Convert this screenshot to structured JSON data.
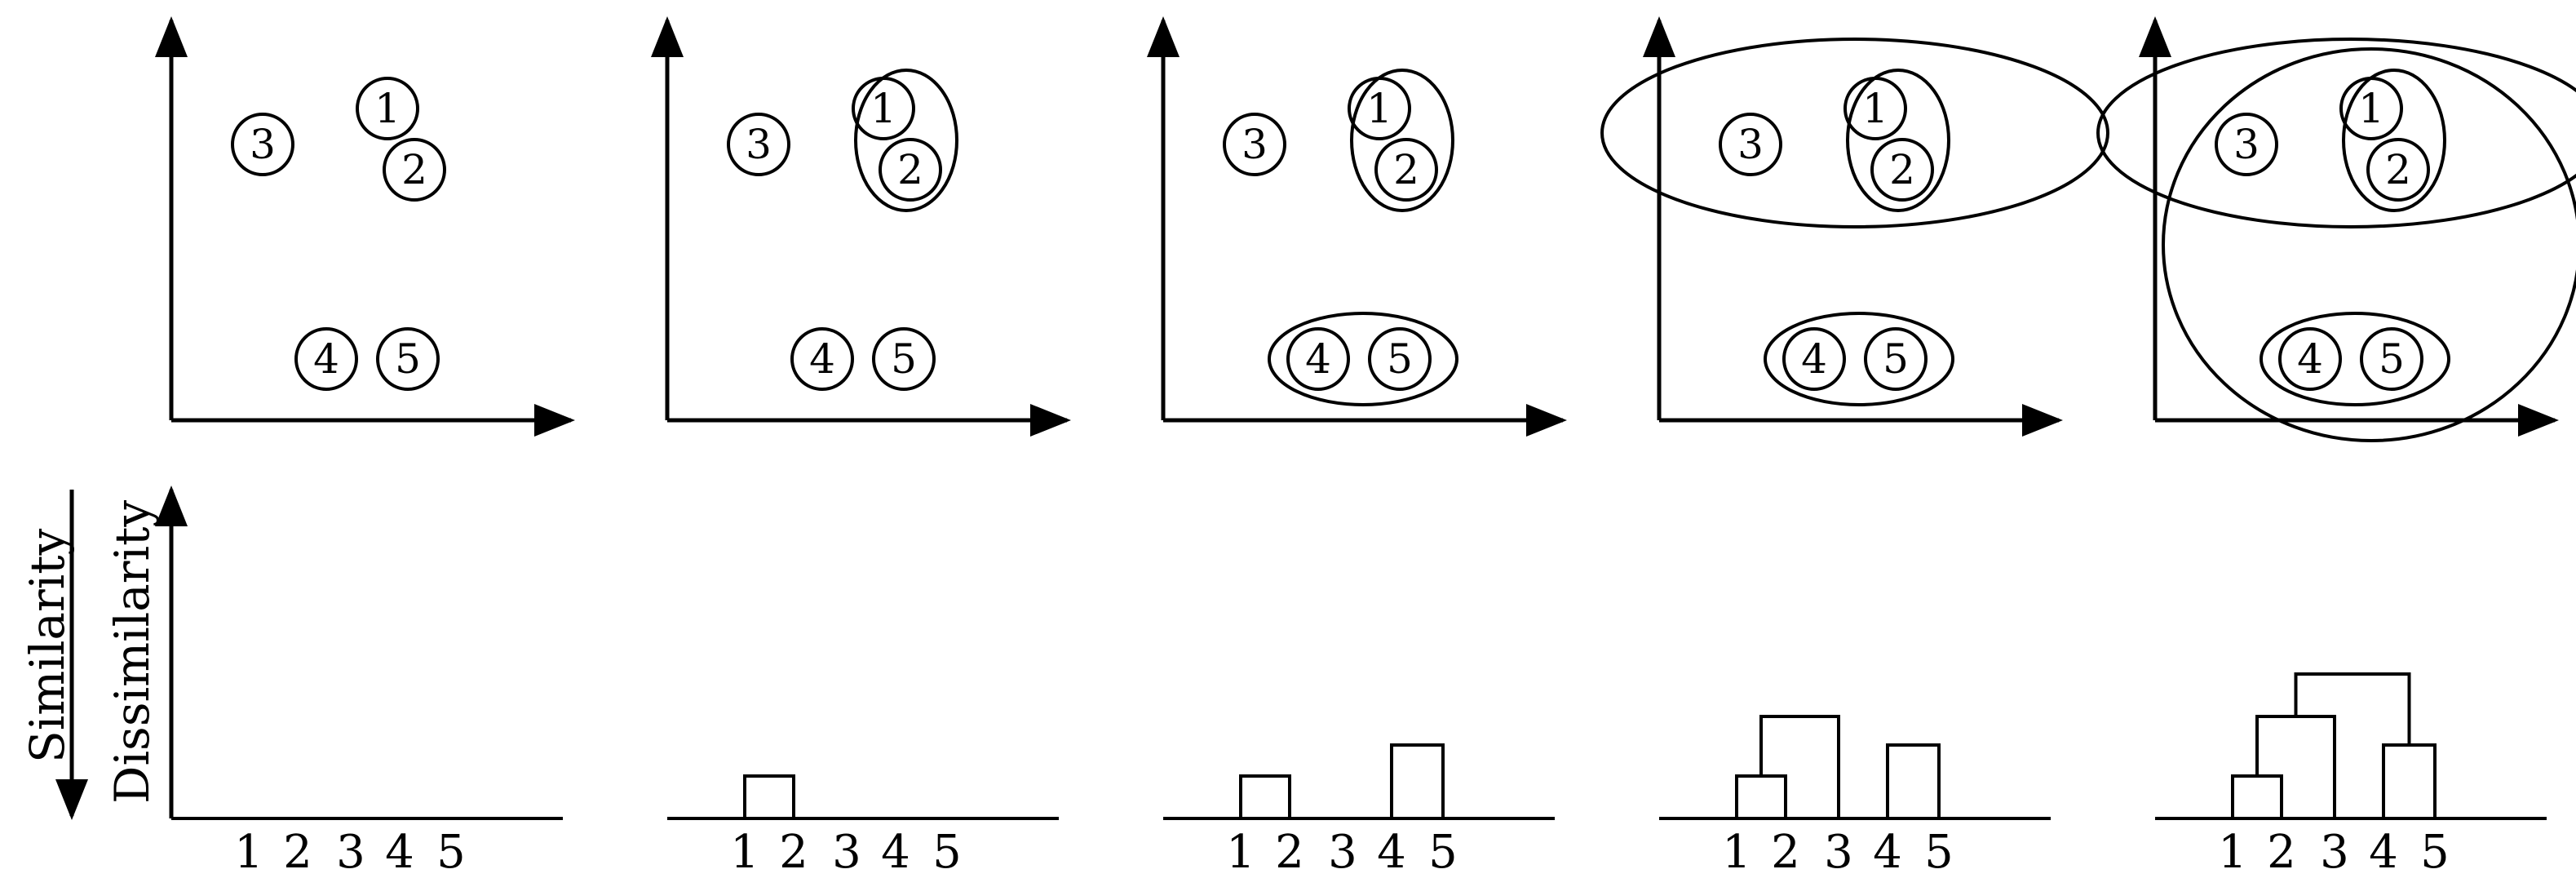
{
  "axis_labels": {
    "similarity": "Similarity",
    "dissimilarity": "Dissimilarity"
  },
  "points": [
    {
      "id": 1,
      "label": "1"
    },
    {
      "id": 2,
      "label": "2"
    },
    {
      "id": 3,
      "label": "3"
    },
    {
      "id": 4,
      "label": "4"
    },
    {
      "id": 5,
      "label": "5"
    }
  ],
  "leaf_order": [
    "1",
    "2",
    "3",
    "4",
    "5"
  ],
  "stages": [
    {
      "clusters": [],
      "merges": []
    },
    {
      "clusters": [
        [
          1,
          2
        ]
      ],
      "merges": [
        {
          "left": "1",
          "right": "2",
          "height": 1
        }
      ]
    },
    {
      "clusters": [
        [
          1,
          2
        ],
        [
          4,
          5
        ]
      ],
      "merges": [
        {
          "left": "1",
          "right": "2",
          "height": 1
        },
        {
          "left": "4",
          "right": "5",
          "height": 2
        }
      ]
    },
    {
      "clusters": [
        [
          1,
          2
        ],
        [
          4,
          5
        ],
        [
          1,
          2,
          3
        ]
      ],
      "merges": [
        {
          "left": "1",
          "right": "2",
          "height": 1
        },
        {
          "left": "4",
          "right": "5",
          "height": 2
        },
        {
          "left": "12",
          "right": "3",
          "height": 3
        }
      ]
    },
    {
      "clusters": [
        [
          1,
          2
        ],
        [
          4,
          5
        ],
        [
          1,
          2,
          3
        ],
        [
          1,
          2,
          3,
          4,
          5
        ]
      ],
      "merges": [
        {
          "left": "1",
          "right": "2",
          "height": 1
        },
        {
          "left": "4",
          "right": "5",
          "height": 2
        },
        {
          "left": "12",
          "right": "3",
          "height": 3
        },
        {
          "left": "123",
          "right": "45",
          "height": 4
        }
      ]
    }
  ]
}
